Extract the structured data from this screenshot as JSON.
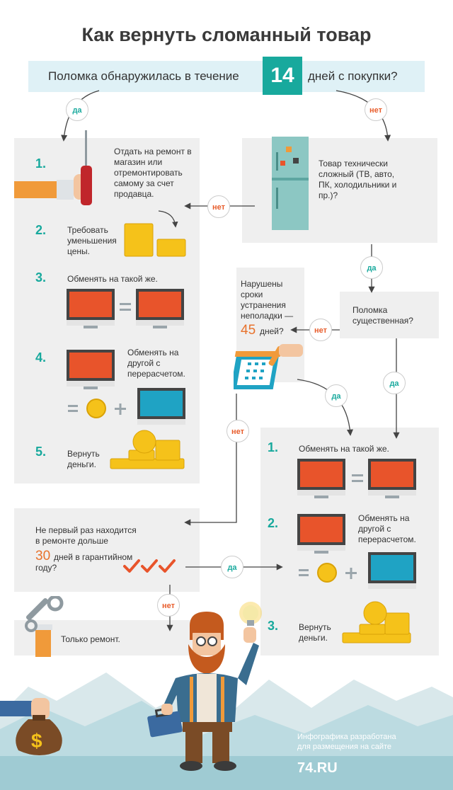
{
  "title": "Как вернуть сломанный товар",
  "question": {
    "before": "Поломка обнаружилась в течение",
    "days": "14",
    "after": "дней с покупки?"
  },
  "labels": {
    "yes": "да",
    "no": "нет"
  },
  "left_steps": [
    {
      "num": "1.",
      "text": "Отдать на ремонт в магазин или отремонтировать самому за счет продавца."
    },
    {
      "num": "2.",
      "text": "Требовать уменьшения цены."
    },
    {
      "num": "3.",
      "text": "Обменять на такой же."
    },
    {
      "num": "4.",
      "text": "Обменять на другой с перерасчетом."
    },
    {
      "num": "5.",
      "text": "Вернуть деньги."
    }
  ],
  "complex": {
    "text": "Товар технически сложный (ТВ, авто, ПК, холодильники и пр.)?"
  },
  "serious": {
    "text": "Поломка существенная?"
  },
  "deadline": {
    "text": "Нарушены сроки устранения неполадки —",
    "days": "45",
    "suffix": "дней?"
  },
  "repeat": {
    "text": "Не первый раз находится в ремонте дольше",
    "days": "30",
    "suffix": "дней в гарантийном году?"
  },
  "right_steps": [
    {
      "num": "1.",
      "text": "Обменять на такой же."
    },
    {
      "num": "2.",
      "text": "Обменять на другой с перерасчетом."
    },
    {
      "num": "3.",
      "text": "Вернуть деньги."
    }
  ],
  "repair_only": {
    "text": "Только ремонт."
  },
  "credit": {
    "line1": "Инфографика разработана",
    "line2": "для размещения на сайте",
    "logo": "74.RU"
  },
  "colors": {
    "teal": "#18a99d",
    "orange": "#e85d2c",
    "light_blue": "#dff1f6",
    "panel": "#efefef",
    "mountain": "#9fcbd3"
  },
  "icons": [
    "screwdriver-hand-icon",
    "fridge-icon",
    "coins-icon",
    "monitor-icon",
    "calendar-icon",
    "wrench-icon",
    "money-bag-icon",
    "lightbulb-icon",
    "briefcase-icon",
    "checkmarks-icon",
    "man-illustration"
  ]
}
